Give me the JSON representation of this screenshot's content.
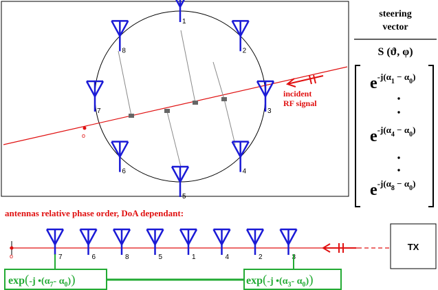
{
  "array_antennas": [
    {
      "number": "1"
    },
    {
      "number": "2"
    },
    {
      "number": "3"
    },
    {
      "number": "4"
    },
    {
      "number": "5"
    },
    {
      "number": "6"
    },
    {
      "number": "7"
    },
    {
      "number": "8"
    }
  ],
  "origin_label": "o",
  "incident_label": [
    "incident",
    "RF signal"
  ],
  "steering": {
    "title": [
      "steering",
      "vector"
    ],
    "denominator": "S (ϑ, φ)",
    "entries": [
      {
        "base": "e",
        "sup_prefix": "-j(α",
        "sub_k": "1",
        "sup_mid": " − α",
        "sub_ref": "0",
        "sup_suffix": ")"
      },
      {
        "base": "e",
        "sup_prefix": "-j(α",
        "sub_k": "4",
        "sup_mid": " − α",
        "sub_ref": "0",
        "sup_suffix": ")"
      },
      {
        "base": "e",
        "sup_prefix": "-j(α",
        "sub_k": "8",
        "sup_mid": " − α",
        "sub_ref": "0",
        "sup_suffix": ")"
      }
    ]
  },
  "phase_order_title": "antennas relative phase order, DoA dependant:",
  "linear_order": [
    "7",
    "6",
    "8",
    "5",
    "1",
    "4",
    "2",
    "3"
  ],
  "tx_label": "TX",
  "exp_left": {
    "prefix": "exp",
    "inner_a": "-j •(α",
    "sub_a": "7",
    "inner_b": "- α",
    "sub_b": "0",
    "close": ")"
  },
  "exp_right": {
    "prefix": "exp",
    "inner_a": "-j •(α",
    "sub_a": "3",
    "inner_b": "- α",
    "sub_b": "0",
    "close": ")"
  },
  "colors": {
    "antenna": "#1a1ad6",
    "signal": "#e01010",
    "formula": "#22aa33",
    "frame": "#000000"
  }
}
